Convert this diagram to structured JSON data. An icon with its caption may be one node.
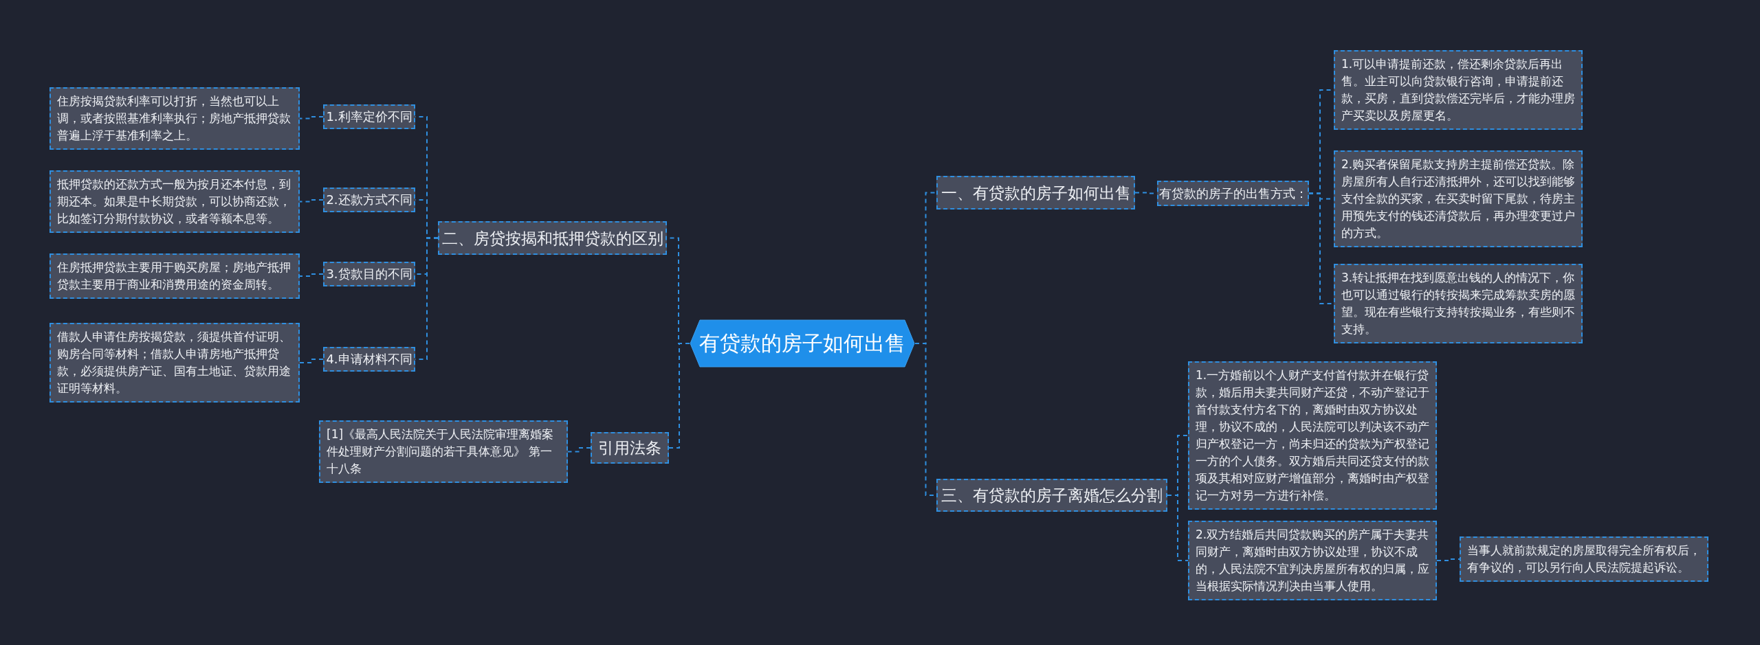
{
  "diagram": {
    "nodes": [
      {
        "text": [
          "有贷款的房子如何出售"
        ]
      },
      {
        "text": [
          "一、有贷款的房子如何出售"
        ]
      },
      {
        "text": [
          "有贷款的房子的出售方式："
        ]
      },
      {
        "text": [
          "1.可以申请提前还款，偿还剩余贷款后再出售。业主可以向贷款银行咨询，申请提前还款，买房，直到贷款偿还完毕后，才能办理房产买卖以及房屋更名。"
        ]
      },
      {
        "text": [
          "2.购买者保留尾款支持房主提前偿还贷款。除房屋所有人自行还清抵押外，还可以找到能够支付全款的买家，在买卖时留下尾款，待房主用预先支付的钱还清贷款后，再办理变更过户的方式。"
        ]
      },
      {
        "text": [
          "3.转让抵押在找到愿意出钱的人的情况下，你也可以通过银行的转按揭来完成筹款卖房的愿望。现在有些银行支持转按揭业务，有些则不支持。"
        ]
      },
      {
        "text": [
          "三、有贷款的房子离婚怎么分割"
        ]
      },
      {
        "text": [
          "1.一方婚前以个人财产支付首付款并在银行贷款，婚后用夫妻共同财产还贷，不动产登记于首付款支付方名下的，离婚时由双方协议处理，协议不成的，人民法院可以判决该不动产归产权登记一方，尚未归还的贷款为产权登记一方的个人债务。双方婚后共同还贷支付的款项及其相对应财产增值部分，离婚时由产权登记一方对另一方进行补偿。"
        ]
      },
      {
        "text": [
          "2.双方结婚后共同贷款购买的房产属于夫妻共同财产，离婚时由双方协议处理，协议不成的，人民法院不宜判决房屋所有权的归属，应当根据实际情况判决由当事人使用。"
        ]
      },
      {
        "text": [
          "当事人就前款规定的房屋取得完全所有权后，有争议的，可以另行向人民法院提起诉讼。"
        ]
      },
      {
        "text": [
          "二、房贷按揭和抵押贷款的区别"
        ]
      },
      {
        "text": [
          "1.利率定价不同"
        ]
      },
      {
        "text": [
          "住房按揭贷款利率可以打折，当然也可以上调，或者按照基准利率执行；房地产抵押贷款普遍上浮于基准利率之上。"
        ]
      },
      {
        "text": [
          "2.还款方式不同"
        ]
      },
      {
        "text": [
          "抵押贷款的还款方式一般为按月还本付息，到期还本。如果是中长期贷款，可以协商还款，比如签订分期付款协议，或者等额本息等。"
        ]
      },
      {
        "text": [
          "3.贷款目的不同"
        ]
      },
      {
        "text": [
          "住房抵押贷款主要用于购买房屋；房地产抵押贷款主要用于商业和消费用途的资金周转。"
        ]
      },
      {
        "text": [
          "4.申请材料不同"
        ]
      },
      {
        "text": [
          "借款人申请住房按揭贷款，须提供首付证明、购房合同等材料；借款人申请房地产抵押贷款，必须提供房产证、国有土地证、贷款用途证明等材料。"
        ]
      },
      {
        "text": [
          "引用法条"
        ]
      },
      {
        "text": [
          "[1]《最高人民法院关于人民法院审理离婚案件处理财产分割问题的若干具体意见》 第一十八条"
        ]
      }
    ],
    "edges": [
      {
        "from": 0,
        "to": 1,
        "arrow": "none"
      },
      {
        "from": 1,
        "to": 2,
        "arrow": "none"
      },
      {
        "from": 2,
        "to": 3,
        "arrow": "none"
      },
      {
        "from": 2,
        "to": 4,
        "arrow": "none"
      },
      {
        "from": 2,
        "to": 5,
        "arrow": "none"
      },
      {
        "from": 0,
        "to": 6,
        "arrow": "none"
      },
      {
        "from": 6,
        "to": 7,
        "arrow": "none"
      },
      {
        "from": 6,
        "to": 8,
        "arrow": "none"
      },
      {
        "from": 8,
        "to": 9,
        "arrow": "none"
      },
      {
        "from": 0,
        "to": 10,
        "arrow": "none"
      },
      {
        "from": 10,
        "to": 11,
        "arrow": "none"
      },
      {
        "from": 11,
        "to": 12,
        "arrow": "none"
      },
      {
        "from": 10,
        "to": 13,
        "arrow": "none"
      },
      {
        "from": 13,
        "to": 14,
        "arrow": "none"
      },
      {
        "from": 10,
        "to": 15,
        "arrow": "none"
      },
      {
        "from": 15,
        "to": 16,
        "arrow": "none"
      },
      {
        "from": 10,
        "to": 17,
        "arrow": "none"
      },
      {
        "from": 17,
        "to": 18,
        "arrow": "none"
      },
      {
        "from": 0,
        "to": 19,
        "arrow": "none"
      },
      {
        "from": 19,
        "to": 20,
        "arrow": "none"
      }
    ]
  }
}
